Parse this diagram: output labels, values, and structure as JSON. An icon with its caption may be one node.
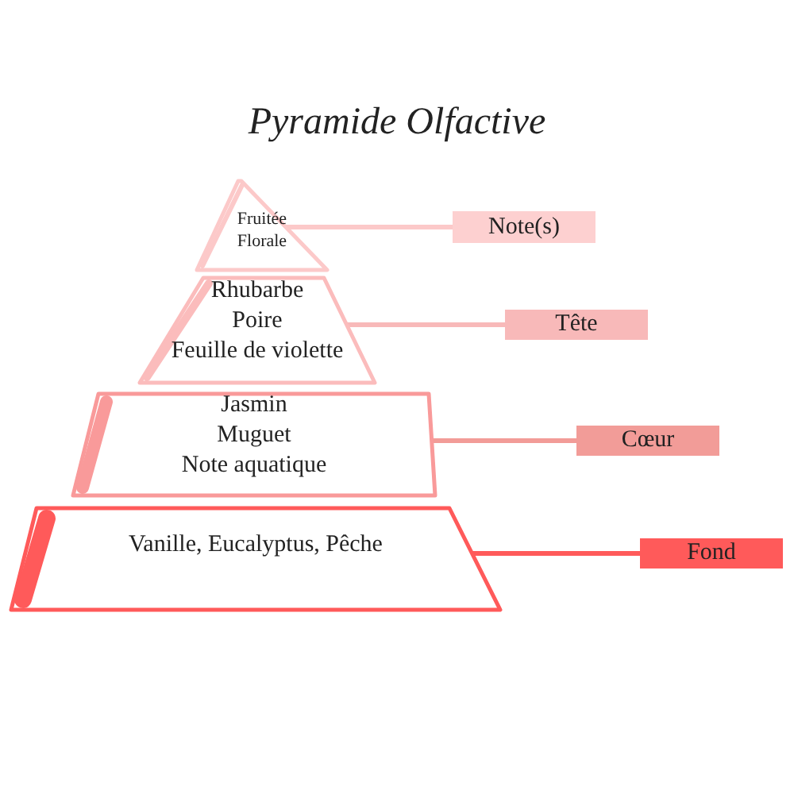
{
  "diagram": {
    "title": "Pyramide Olfactive",
    "nodes": [
      {
        "text": [
          "Fruitée",
          "Florale"
        ]
      },
      {
        "text": [
          "Rhubarbe",
          "Poire",
          "Feuille de violette"
        ]
      },
      {
        "text": [
          "Jasmin",
          "Muguet",
          "Note aquatique"
        ]
      },
      {
        "text": [
          "Vanille, Eucalyptus, Pêche"
        ]
      },
      {
        "text": [
          "Note(s)"
        ]
      },
      {
        "text": [
          "Tête"
        ]
      },
      {
        "text": [
          "Cœur"
        ]
      },
      {
        "text": [
          "Fond"
        ]
      }
    ],
    "edges": [
      {
        "from": 0,
        "to": 4,
        "arrow": "none",
        "color": "#fcc9c9"
      },
      {
        "from": 1,
        "to": 5,
        "arrow": "none",
        "color": "#f8b9b9"
      },
      {
        "from": 2,
        "to": 6,
        "arrow": "none",
        "color": "#f29c98"
      },
      {
        "from": 3,
        "to": 7,
        "arrow": "none",
        "color": "#ff5a5a"
      }
    ]
  }
}
